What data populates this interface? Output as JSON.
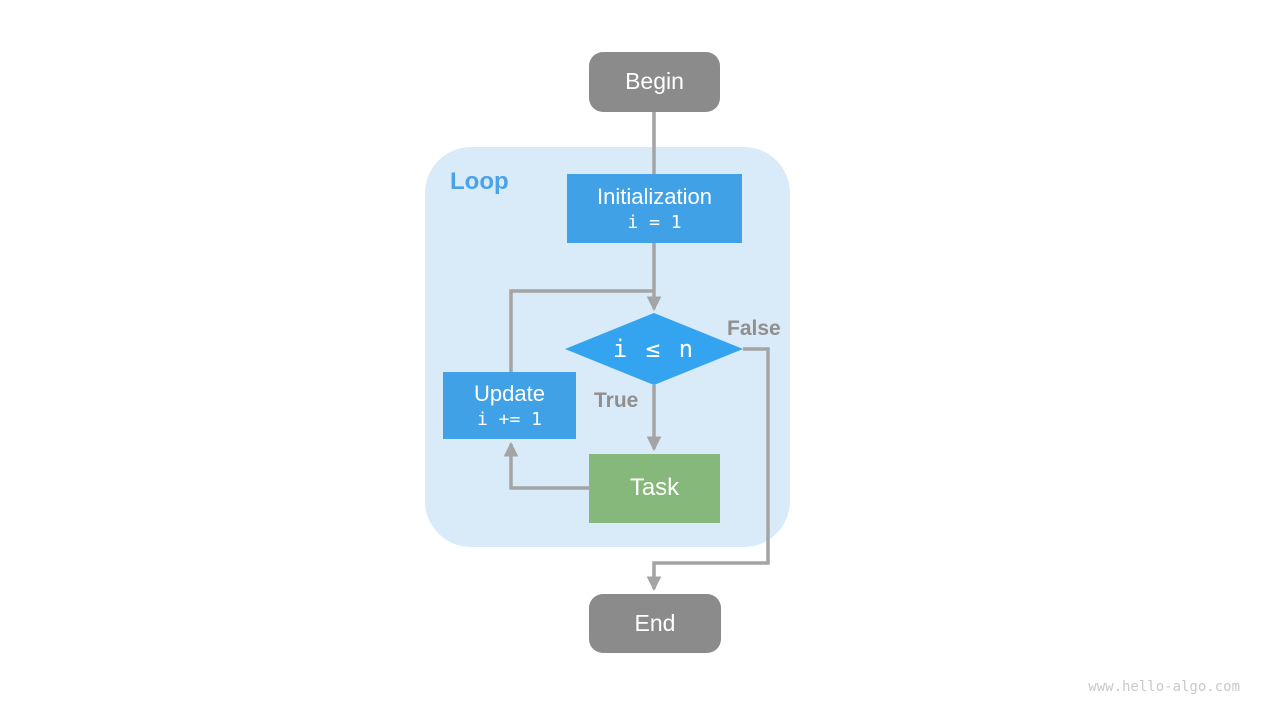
{
  "diagram": {
    "title_watermark": "www.hello-algo.com",
    "loop_label": "Loop",
    "nodes": {
      "begin": {
        "label": "Begin"
      },
      "initialization": {
        "title": "Initialization",
        "code": "i = 1"
      },
      "condition": {
        "label": "i ≤ n"
      },
      "update": {
        "title": "Update",
        "code": "i += 1"
      },
      "task": {
        "label": "Task"
      },
      "end": {
        "label": "End"
      }
    },
    "edge_labels": {
      "true_branch": "True",
      "false_branch": "False"
    },
    "colors": {
      "process_blue": "#41a1e6",
      "condition_blue": "#34a4f0",
      "task_green": "#85b87a",
      "terminal_gray": "#8b8b8b",
      "loop_background": "#d9eaf8",
      "loop_label_blue": "#4aa2e8",
      "connector_gray": "#a4a4a4",
      "edge_label_gray": "#8f8f8f",
      "watermark_gray": "#c9c9c9"
    }
  }
}
